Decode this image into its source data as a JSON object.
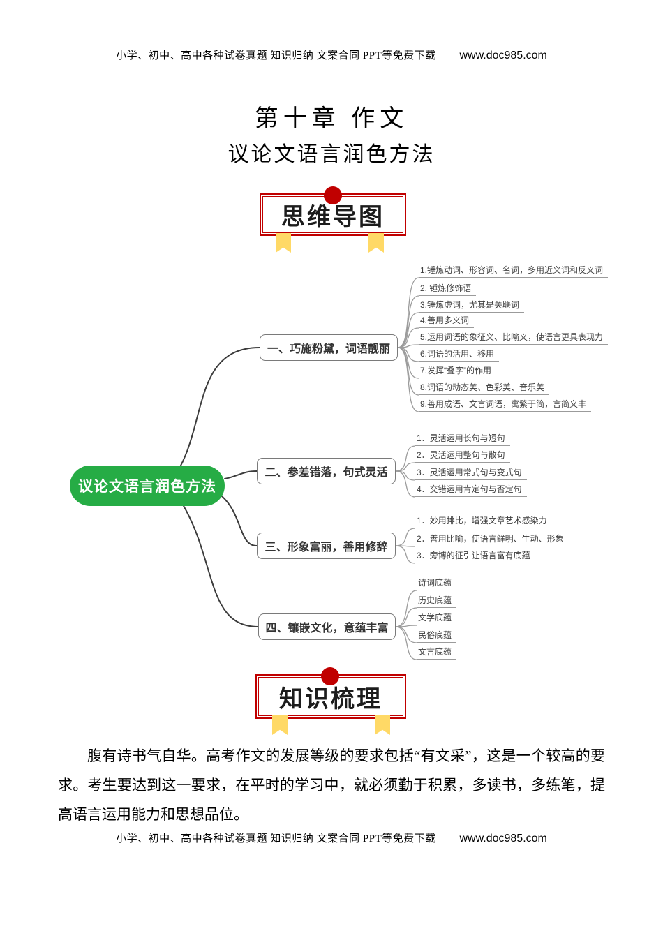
{
  "header": {
    "text": "小学、初中、高中各种试卷真题 知识归纳 文案合同  PPT等免费下载",
    "link": "www.doc985.com"
  },
  "footer": {
    "text": "小学、初中、高中各种试卷真题 知识归纳 文案合同  PPT等免费下载",
    "link": "www.doc985.com"
  },
  "title": "第十章 作文",
  "subtitle": "议论文语言润色方法",
  "banners": {
    "mindmap": "思维导图",
    "knowledge": "知识梳理"
  },
  "mindmap": {
    "root": "议论文语言润色方法",
    "branches": [
      {
        "label": "一、巧施粉黛，词语靓丽",
        "items": [
          "1.锤炼动词、形容词、名词，多用近义词和反义词",
          "2. 锤炼修饰语",
          "3.锤炼虚词，尤其是关联词",
          "4.善用多义词",
          "5.运用词语的象征义、比喻义，使语言更具表现力",
          "6.词语的活用、移用",
          "7.发挥“叠字”的作用",
          "8.词语的动态美、色彩美、音乐美",
          "9.善用成语、文言词语，寓繁于简，言简义丰"
        ]
      },
      {
        "label": "二、参差错落，句式灵活",
        "items": [
          "1．灵活运用长句与短句",
          "2．灵活运用整句与散句",
          "3．灵活运用常式句与变式句",
          "4．交错运用肯定句与否定句"
        ]
      },
      {
        "label": "三、形象富丽，善用修辞",
        "items": [
          "1．妙用排比，增强文章艺术感染力",
          "2．善用比喻，使语言鲜明、生动、形象",
          "3．旁博的征引让语言富有底蕴"
        ]
      },
      {
        "label": "四、镶嵌文化，意蕴丰富",
        "items": [
          "诗词底蕴",
          "历史底蕴",
          "文学底蕴",
          "民俗底蕴",
          "文言底蕴"
        ]
      }
    ]
  },
  "paragraph": "腹有诗书气自华。高考作文的发展等级的要求包括“有文采”，这是一个较高的要求。考生要达到这一要求，在平时的学习中，就必须勤于积累，多读书，多练笔，提高语言运用能力和思想品位。",
  "colors": {
    "accent_green": "#26AC45",
    "accent_red": "#C00000",
    "ribbon_yellow": "#FFD966"
  }
}
